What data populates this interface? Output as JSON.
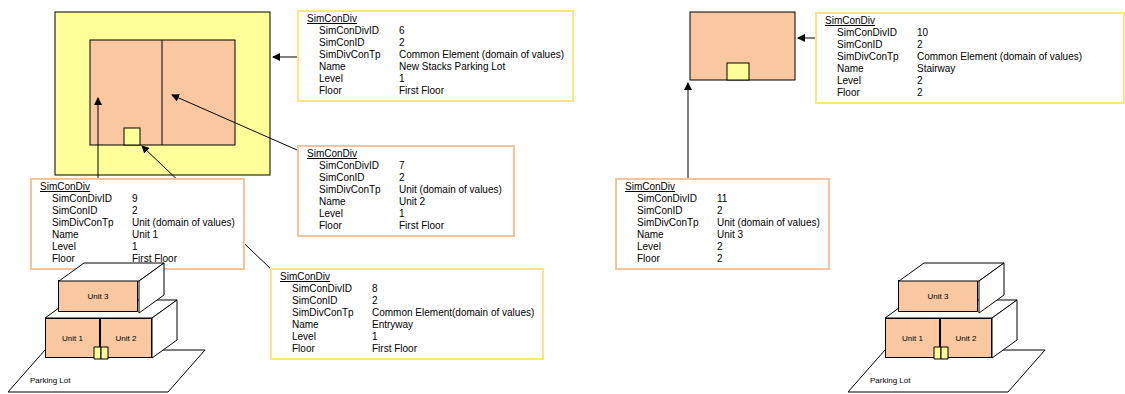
{
  "diagram": {
    "nodes": [
      {
        "text": [
          "SimConDiv",
          "SimConDivID",
          "6",
          "SimConID",
          "2",
          "SimDivConTp",
          "Common Element (domain of values)",
          "Name",
          "New Stacks Parking Lot",
          "Level",
          "1",
          "Floor",
          "First Floor"
        ]
      },
      {
        "text": [
          "SimConDiv",
          "SimConDivID",
          "7",
          "SimConID",
          "2",
          "SimDivConTp",
          "Unit (domain of values)",
          "Name",
          "Unit 2",
          "Level",
          "1",
          "Floor",
          "First Floor"
        ]
      },
      {
        "text": [
          "SimConDiv",
          "SimConDivID",
          "9",
          "SimConID",
          "2",
          "SimDivConTp",
          "Unit (domain of values)",
          "Name",
          "Unit 1",
          "Level",
          "1",
          "Floor",
          "First Floor"
        ]
      },
      {
        "text": [
          "SimConDiv",
          "SimConDivID",
          "8",
          "SimConID",
          "2",
          "SimDivConTp",
          "Common Element(domain of values)",
          "Name",
          "Entryway",
          "Level",
          "1",
          "Floor",
          "First Floor"
        ]
      },
      {
        "text": [
          "Parking Lot"
        ]
      },
      {
        "text": [
          "Unit 3"
        ]
      },
      {
        "text": [
          "Unit 1"
        ]
      },
      {
        "text": [
          "Unit 2"
        ]
      },
      {
        "text": [
          "SimConDiv",
          "SimConDivID",
          "10",
          "SimConID",
          "2",
          "SimDivConTp",
          "Common Element (domain of values)",
          "Name",
          "Stairway",
          "Level",
          "2",
          "Floor",
          "2"
        ]
      },
      {
        "text": [
          "SimConDiv",
          "SimConDivID",
          "11",
          "SimConID",
          "2",
          "SimDivConTp",
          "Unit (domain of values)",
          "Name",
          "Unit 3",
          "Level",
          "2",
          "Floor",
          "2"
        ]
      },
      {
        "text": [
          "Parking Lot"
        ]
      },
      {
        "text": [
          "Unit 3"
        ]
      },
      {
        "text": [
          "Unit 1"
        ]
      },
      {
        "text": [
          "Unit 2"
        ]
      }
    ]
  }
}
